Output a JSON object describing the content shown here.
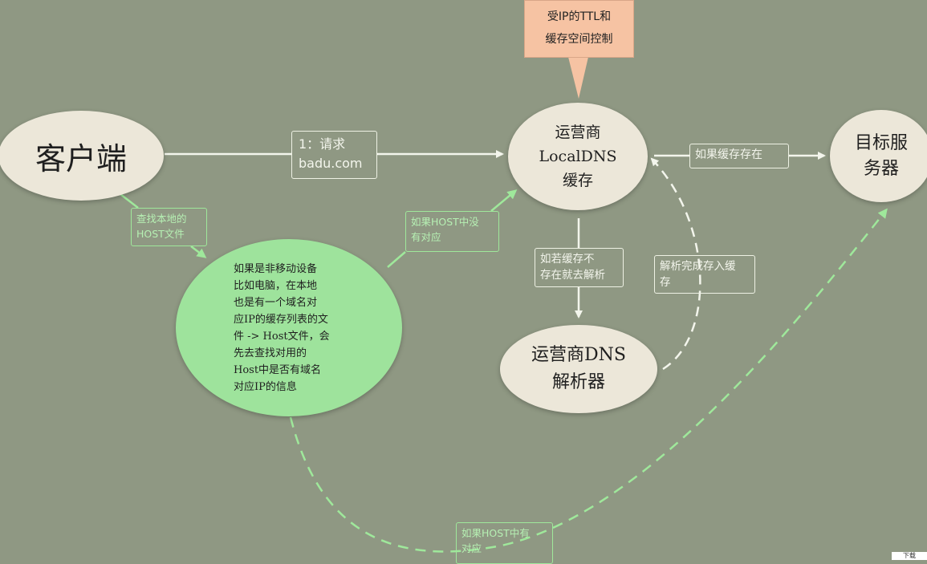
{
  "callout": {
    "text": "受IP的TTL和\n缓存空间控制"
  },
  "nodes": {
    "client": "客户端",
    "local_dns": "运营商\nLocalDNS\n缓存",
    "target_server": "目标服\n务器",
    "dns_resolver": "运营商DNS\n解析器",
    "host_desc": "如果是非移动设备\n比如电脑，在本地\n也是有一个域名对\n应IP的缓存列表的文\n件 -> Host文件，会\n先去查找对用的\nHost中是否有域名\n对应IP的信息"
  },
  "labels": {
    "request": "1：请求\nbadu.com",
    "cache_exists": "如果缓存存在",
    "not_cached": "如若缓存不\n存在就去解析",
    "resolved": "解析完成存入缓\n存",
    "find_host": "查找本地的\nHOST文件",
    "no_host": "如果HOST中没\n有对应",
    "has_host": "如果HOST中有\n对应"
  },
  "corner": "下载"
}
